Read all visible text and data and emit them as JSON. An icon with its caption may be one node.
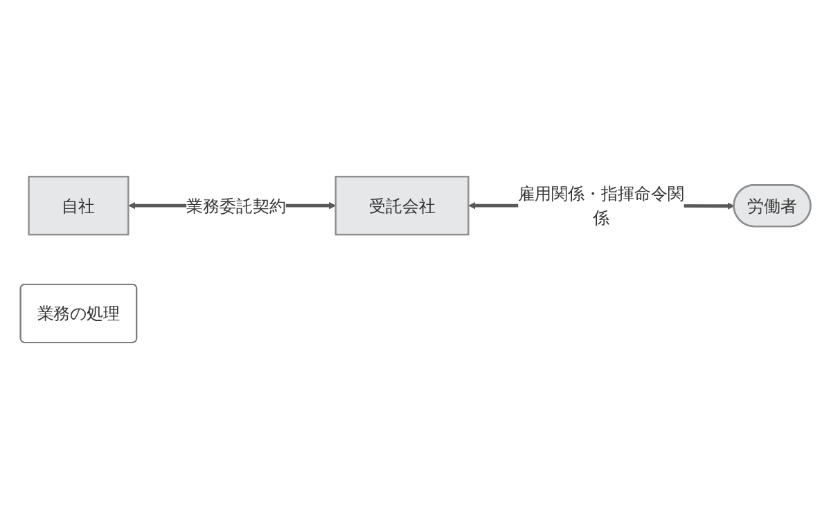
{
  "diagram": {
    "nodes": [
      {
        "text": [
          "自社"
        ]
      },
      {
        "text": [
          "受託会社"
        ]
      },
      {
        "text": [
          "労働者"
        ]
      },
      {
        "text": [
          "業務の処理"
        ]
      }
    ],
    "edges": [
      {
        "from": 0,
        "to": 1,
        "arrow": "both",
        "label": "業務委託契約"
      },
      {
        "from": 1,
        "to": 2,
        "arrow": "both",
        "label": "雇用関係・指揮命令関係"
      }
    ]
  }
}
